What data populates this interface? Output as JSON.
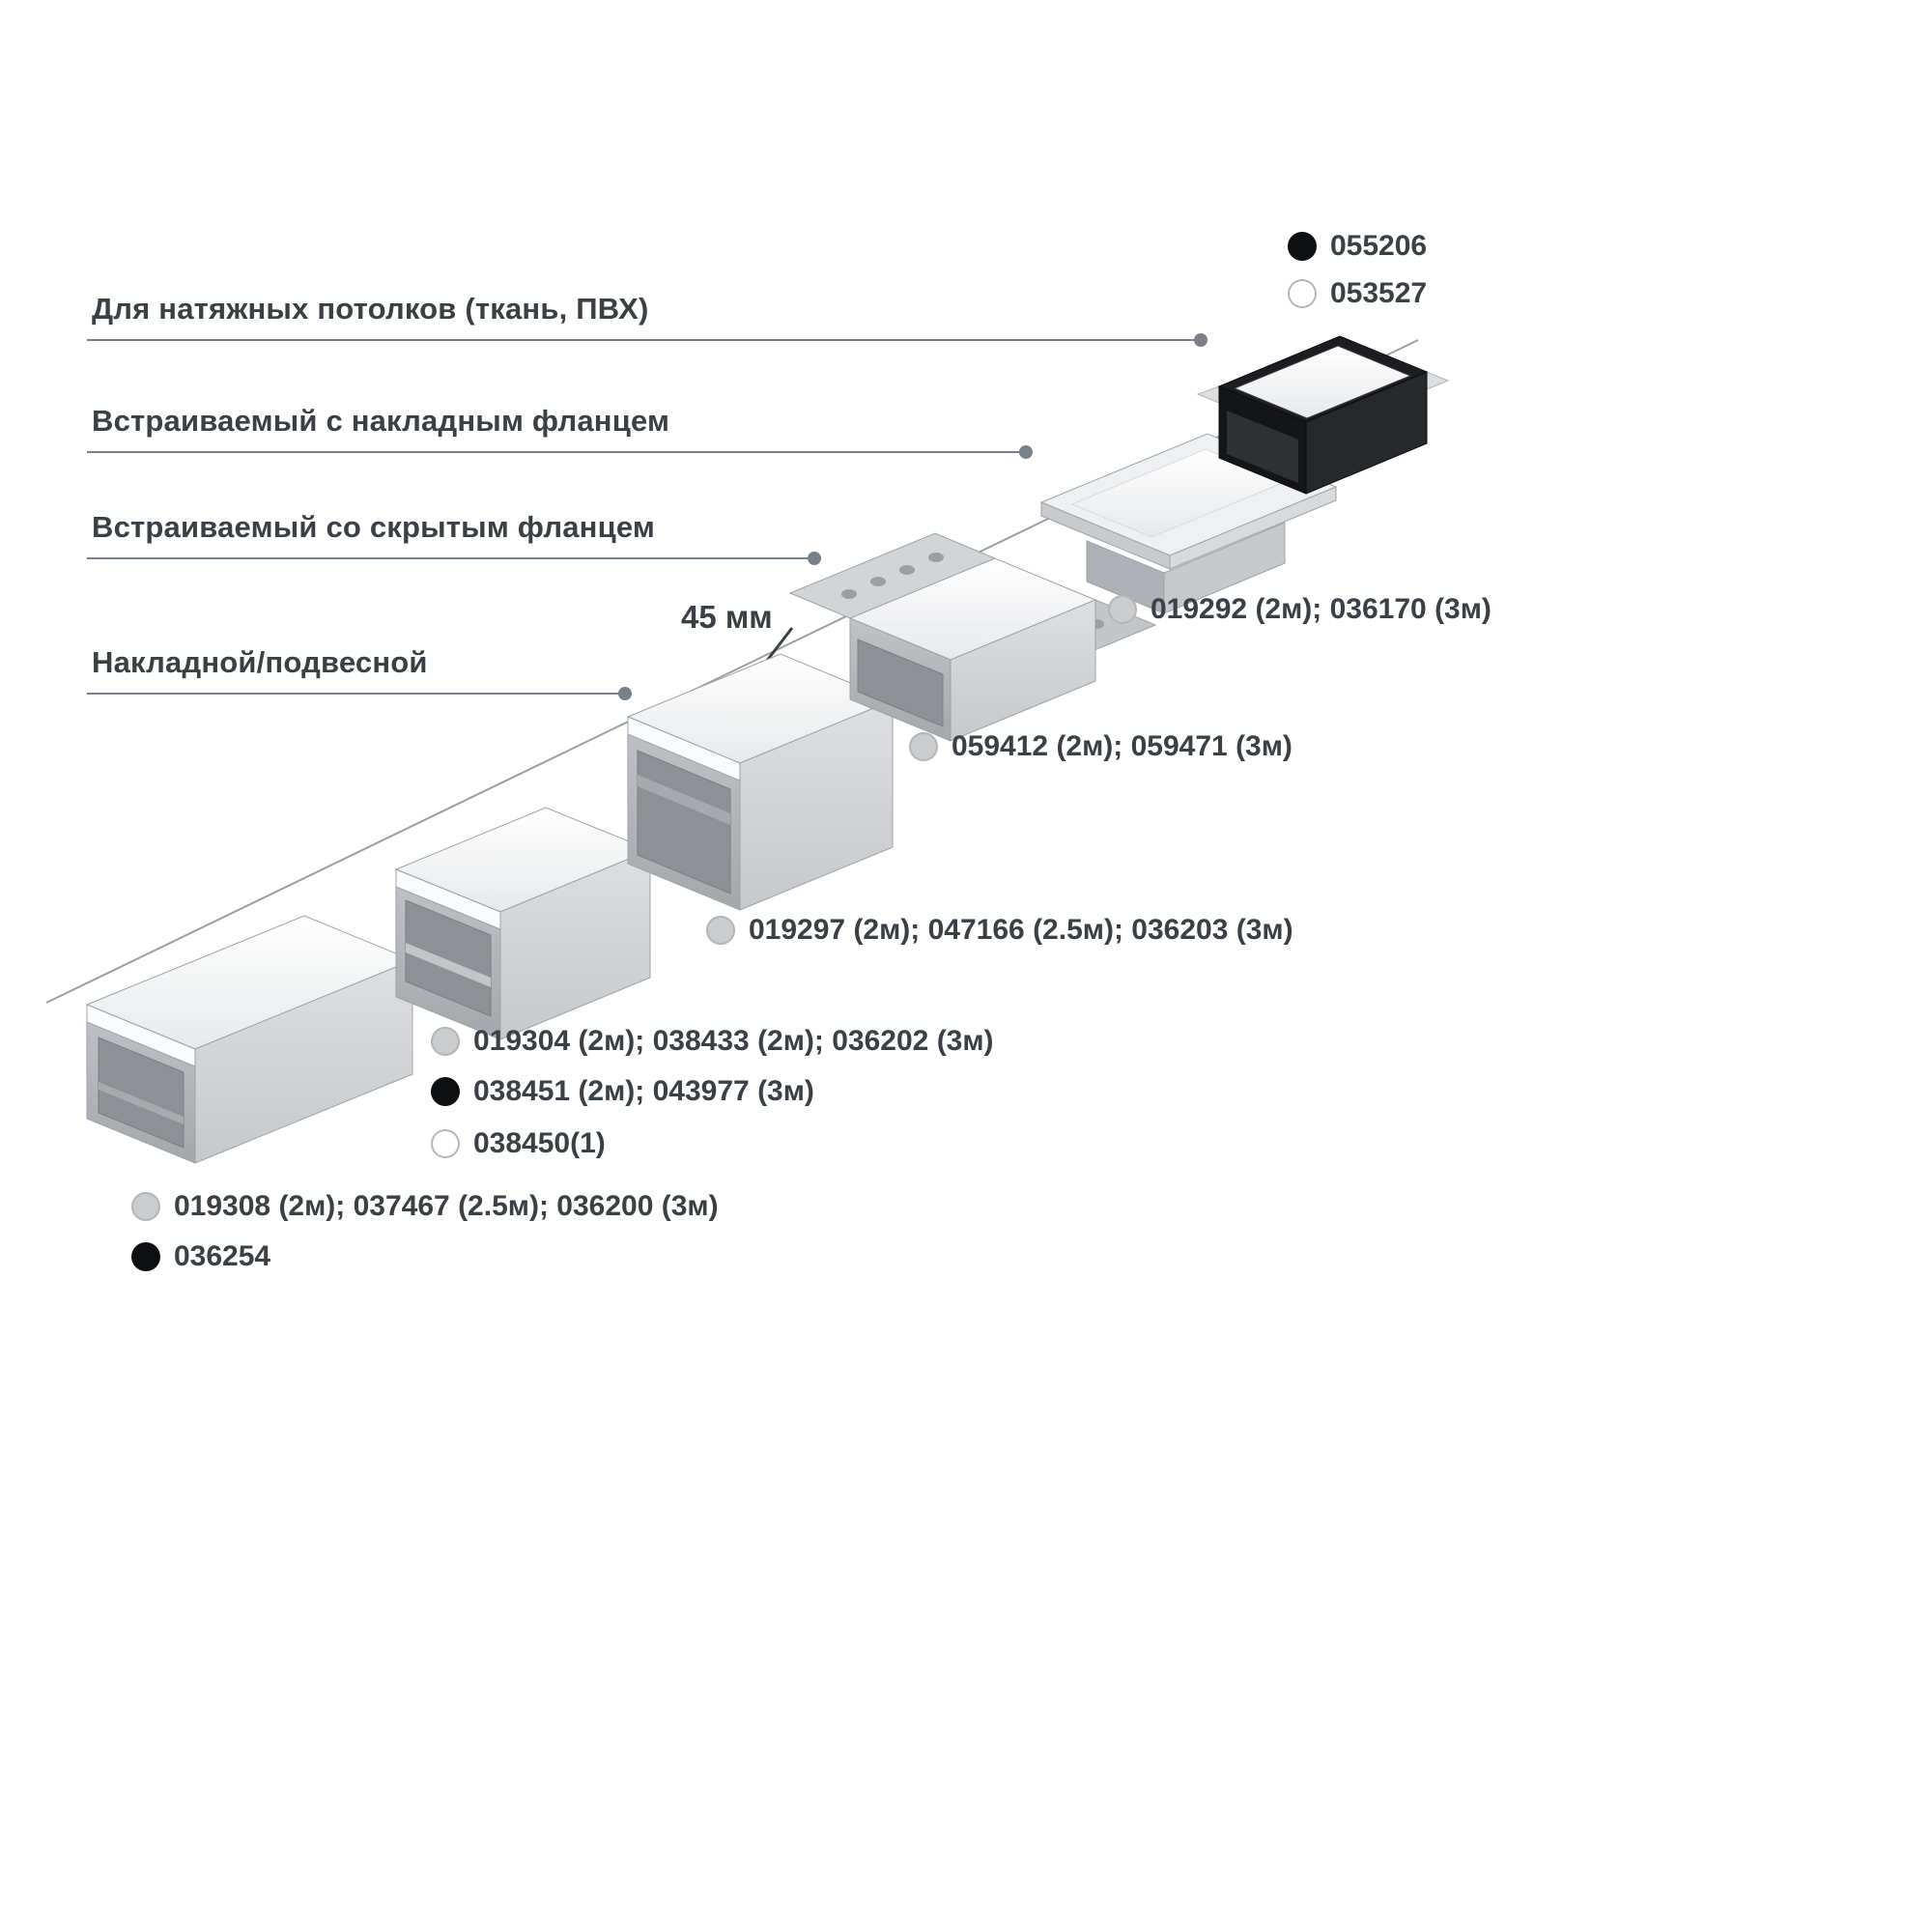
{
  "legend": {
    "items": [
      {
        "dot": "black",
        "code": "055206"
      },
      {
        "dot": "white",
        "code": "053527"
      }
    ]
  },
  "categories": [
    {
      "label": "Для натяжных потолков (ткань, ПВХ)"
    },
    {
      "label": "Встраиваемый с накладным фланцем"
    },
    {
      "label": "Встраиваемый со скрытым фланцем"
    },
    {
      "label": "Накладной/подвесной"
    }
  ],
  "dimension": {
    "label": "45 мм"
  },
  "products": [
    {
      "dot": "gray",
      "codes": "019292 (2м); 036170 (3м)"
    },
    {
      "dot": "gray",
      "codes": "059412 (2м); 059471 (3м)"
    },
    {
      "dot": "gray",
      "codes": "019297 (2м); 047166 (2.5м); 036203 (3м)"
    },
    {
      "dot": "gray",
      "codes": "019304 (2м); 038433 (2м); 036202 (3м)"
    },
    {
      "dot": "black",
      "codes": "038451 (2м); 043977 (3м)"
    },
    {
      "dot": "white",
      "codes": "038450(1)"
    },
    {
      "dot": "gray",
      "codes": "019308 (2м); 037467 (2.5м); 036200 (3м)"
    },
    {
      "dot": "black",
      "codes": "036254"
    }
  ],
  "colors": {
    "text": "#3a4046",
    "leader_line": "#7a8088",
    "guide_line": "#9aa0a6",
    "dot_gray": "#caccce",
    "dot_black": "#0e0f11",
    "dot_white": "#ffffff",
    "profile_black": "#141517"
  }
}
